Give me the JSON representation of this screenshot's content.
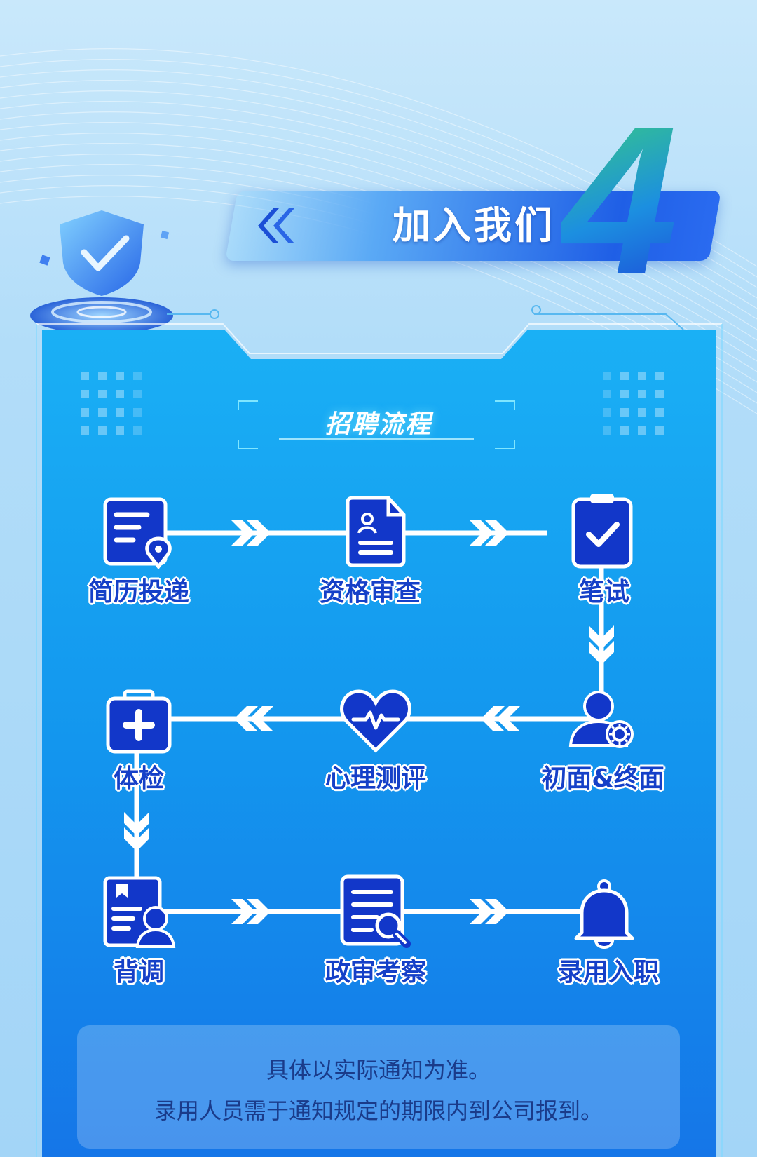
{
  "header": {
    "title": "加入我们",
    "section_number": "4",
    "back_icon": "double-chevron-left-icon",
    "emblem_icon": "shield-check-icon"
  },
  "panel": {
    "subtitle": "招聘流程"
  },
  "process": {
    "steps": [
      {
        "label": "简历投递",
        "icon": "resume-location-icon"
      },
      {
        "label": "资格审查",
        "icon": "profile-document-icon"
      },
      {
        "label": "笔试",
        "icon": "clipboard-check-icon"
      },
      {
        "label": "初面&终面",
        "icon": "user-gear-icon"
      },
      {
        "label": "心理测评",
        "icon": "heart-pulse-icon"
      },
      {
        "label": "体检",
        "icon": "medical-kit-icon"
      },
      {
        "label": "背调",
        "icon": "user-file-icon"
      },
      {
        "label": "政审考察",
        "icon": "document-search-icon"
      },
      {
        "label": "录用入职",
        "icon": "bell-icon"
      }
    ]
  },
  "notes": {
    "line1": "具体以实际通知为准。",
    "line2": "录用人员需于通知规定的期限内到公司报到。"
  },
  "colors": {
    "icon_blue": "#1237c9",
    "panel_top": "#1aa8f3",
    "panel_bottom": "#1577e8",
    "label_blue": "#1540c8"
  }
}
